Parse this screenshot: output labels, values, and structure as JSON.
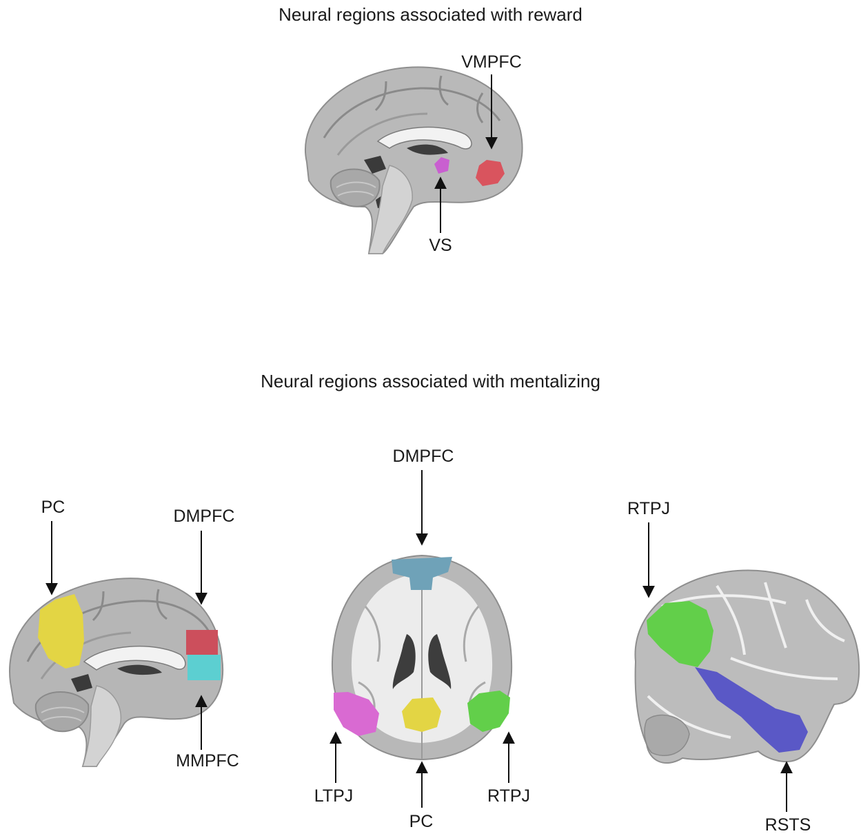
{
  "titles": {
    "reward": "Neural regions associated with reward",
    "mentalizing": "Neural regions associated with mentalizing"
  },
  "labels": {
    "vmpfc": "VMPFC",
    "vs": "VS",
    "pc_sagittal": "PC",
    "dmpfc_sagittal": "DMPFC",
    "mmpfc": "MMPFC",
    "dmpfc_axial": "DMPFC",
    "ltpj": "LTPJ",
    "pc_axial": "PC",
    "rtpj_axial": "RTPJ",
    "rtpj_lateral": "RTPJ",
    "rsts": "RSTS"
  },
  "colors": {
    "vmpfc": "#d9545e",
    "vs": "#c95fd0",
    "pc": "#e3d544",
    "dmpfc_sagittal": "#cc4f5c",
    "mmpfc": "#5ccfd1",
    "dmpfc_axial": "#6fa2b8",
    "ltpj": "#d96ad2",
    "rtpj": "#62cf4a",
    "rsts": "#5a58c6"
  }
}
